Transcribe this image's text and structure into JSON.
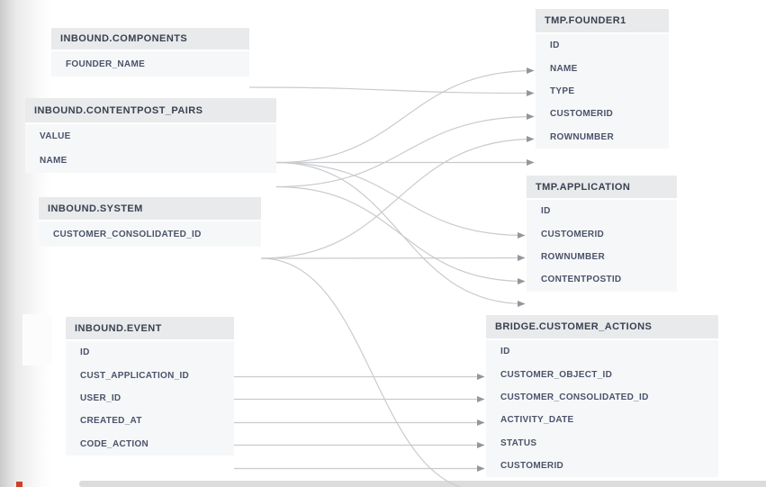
{
  "diagram": {
    "tables": [
      {
        "key": "components",
        "title": "INBOUND.COMPONENTS",
        "fields": [
          "FOUNDER_NAME"
        ]
      },
      {
        "key": "contentpost",
        "title": "INBOUND.CONTENTPOST_PAIRS",
        "fields": [
          "VALUE",
          "NAME"
        ]
      },
      {
        "key": "system",
        "title": "INBOUND.SYSTEM",
        "fields": [
          "CUSTOMER_CONSOLIDATED_ID"
        ]
      },
      {
        "key": "event",
        "title": "INBOUND.EVENT",
        "fields": [
          "ID",
          "CUST_APPLICATION_ID",
          "USER_ID",
          "CREATED_AT",
          "CODE_ACTION"
        ]
      },
      {
        "key": "founder1",
        "title": "TMP.FOUNDER1",
        "fields": [
          "ID",
          "NAME",
          "TYPE",
          "CUSTOMERID",
          "ROWNUMBER"
        ]
      },
      {
        "key": "application",
        "title": "TMP.APPLICATION",
        "fields": [
          "ID",
          "CUSTOMERID",
          "ROWNUMBER",
          "CONTENTPOSTID"
        ]
      },
      {
        "key": "bridge",
        "title": "BRIDGE.CUSTOMER_ACTIONS",
        "fields": [
          "ID",
          "CUSTOMER_OBJECT_ID",
          "CUSTOMER_CONSOLIDATED_ID",
          "ACTIVITY_DATE",
          "STATUS",
          "CUSTOMERID"
        ]
      }
    ],
    "connections": [
      {
        "from": "components.FOUNDER_NAME",
        "to": "founder1.NAME"
      },
      {
        "from": "contentpost.VALUE",
        "to": "founder1.ID"
      },
      {
        "from": "contentpost.NAME",
        "to": "founder1.TYPE"
      },
      {
        "from": "system.CUSTOMER_CONSOLIDATED_ID",
        "to": "founder1.CUSTOMERID"
      },
      {
        "from": "contentpost.VALUE",
        "to": "founder1.ROWNUMBER"
      },
      {
        "from": "contentpost.VALUE",
        "to": "application.ID"
      },
      {
        "from": "system.CUSTOMER_CONSOLIDATED_ID",
        "to": "application.CUSTOMERID"
      },
      {
        "from": "contentpost.NAME",
        "to": "application.ROWNUMBER"
      },
      {
        "from": "contentpost.VALUE",
        "to": "application.CONTENTPOSTID"
      },
      {
        "from": "system.CUSTOMER_CONSOLIDATED_ID",
        "to": "bridge.CUSTOMERID"
      },
      {
        "from": "event.ID",
        "to": "bridge.ID"
      },
      {
        "from": "event.CUST_APPLICATION_ID",
        "to": "bridge.CUSTOMER_OBJECT_ID"
      },
      {
        "from": "event.USER_ID",
        "to": "bridge.CUSTOMER_CONSOLIDATED_ID"
      },
      {
        "from": "event.CREATED_AT",
        "to": "bridge.ACTIVITY_DATE"
      },
      {
        "from": "event.CODE_ACTION",
        "to": "bridge.STATUS"
      }
    ],
    "colors": {
      "line": "#c9cbce",
      "arrow": "#93979d",
      "header_bg": "#e8eaec",
      "row_bg": "#f6f7f8",
      "header_text": "#3a4150",
      "field_text": "#4a536a"
    }
  }
}
